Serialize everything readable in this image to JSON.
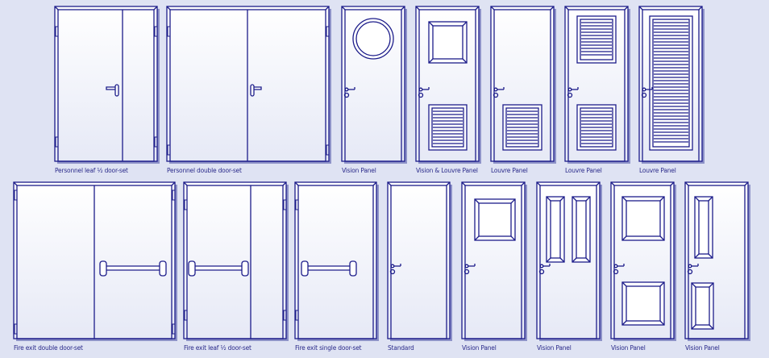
{
  "colors": {
    "background": "#dfe3f3",
    "stroke": "#1c1c8a",
    "door_fill": "#f4f6fc",
    "shadow": "#8d92c8"
  },
  "doors": [
    {
      "label": "Personnel leaf ½ door-set",
      "type": "leaf-half"
    },
    {
      "label": "Personnel double door-set",
      "type": "double"
    },
    {
      "label": "Vision Panel",
      "type": "round-vision"
    },
    {
      "label": "Vision & Louvre Panel",
      "type": "vision-louvre"
    },
    {
      "label": "Louvre Panel",
      "type": "low-louvre"
    },
    {
      "label": "Louvre Panel",
      "type": "two-louvre"
    },
    {
      "label": "Louvre Panel",
      "type": "full-louvre"
    },
    {
      "label": "Fire exit double door-set",
      "type": "fire-double"
    },
    {
      "label": "Fire exit leaf ½ door-set",
      "type": "fire-leaf-half"
    },
    {
      "label": "Fire exit single door-set",
      "type": "fire-single"
    },
    {
      "label": "Standard",
      "type": "standard"
    },
    {
      "label": "Vision Panel",
      "type": "square-vision"
    },
    {
      "label": "Vision Panel",
      "type": "twin-narrow-vision"
    },
    {
      "label": "Vision Panel",
      "type": "two-square-vision"
    },
    {
      "label": "Vision Panel",
      "type": "narrow-top-bottom-vision"
    }
  ]
}
